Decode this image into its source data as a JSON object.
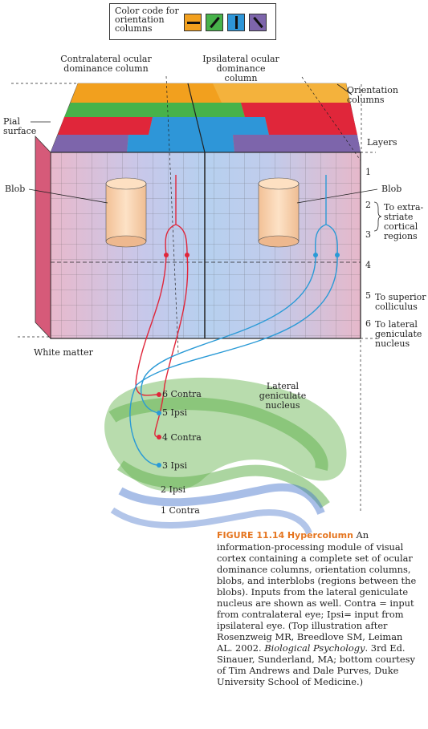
{
  "color_code": {
    "label": "Color code for orientation columns",
    "swatches": [
      {
        "color": "#f2a01e",
        "orientation": "horizontal"
      },
      {
        "color": "#47b24a",
        "orientation": "oblique-right"
      },
      {
        "color": "#2e96d8",
        "orientation": "vertical"
      },
      {
        "color": "#7d65ab",
        "orientation": "oblique-left"
      }
    ]
  },
  "labels": {
    "contralateral": "Contralateral ocular dominance column",
    "ipsilateral": "Ipsilateral ocular dominance column",
    "orientation_columns": "Orientation columns",
    "pial_surface": "Pial surface",
    "layers": "Layers",
    "blob_left": "Blob",
    "blob_right": "Blob",
    "white_matter": "White matter",
    "lgn": "Lateral geniculate nucleus"
  },
  "layers": [
    {
      "number": "1",
      "note": ""
    },
    {
      "number": "2",
      "note": "To extra-striate cortical regions"
    },
    {
      "number": "3",
      "note": ""
    },
    {
      "number": "4",
      "note": ""
    },
    {
      "number": "5",
      "note": "To superior colliculus"
    },
    {
      "number": "6",
      "note": "To lateral geniculate nucleus"
    }
  ],
  "lgn_layers": [
    "6 Contra",
    "5 Ipsi",
    "4 Contra",
    "3 Ipsi",
    "2 Ipsi",
    "1 Contra"
  ],
  "colors": {
    "contra": "#e0263a",
    "ipsi": "#2a9ad6",
    "front_face": "#b9cdec",
    "side_face": "#e9b7c6",
    "blob": "#f6cfa8",
    "lgn_parvo": "#5eb049",
    "lgn_magno": "#3f6fc9"
  },
  "caption": {
    "figure_label": "FIGURE 11.14",
    "title": "Hypercolumn",
    "body": "An information-processing module of visual cortex containing a complete set of ocular dominance columns, orientation columns, blobs, and interblobs (regions between the blobs). Inputs from the lateral geniculate nucleus are shown as well. Contra = input from contralateral eye; Ipsi= input from ipsilateral eye.",
    "credit_pre": "(Top illustration after Rosenzweig MR, Breedlove SM, Leiman AL. 2002.",
    "credit_italic": "Biological Psychology",
    "credit_post": ". 3rd Ed. Sinauer, Sunderland, MA; bottom courtesy of Tim Andrews and Dale Purves, Duke University School of Medicine.)"
  }
}
